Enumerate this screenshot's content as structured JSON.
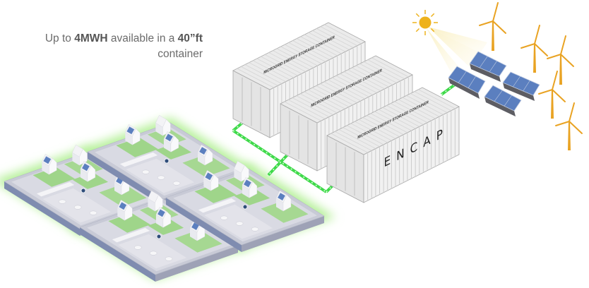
{
  "headline": {
    "prefix": "Up to ",
    "capacity": "4MWH",
    "middle": " available in a ",
    "size": "40”ft",
    "line2": "container"
  },
  "containers": {
    "count": 3,
    "label": "MICROGRID ENERGY STORAGE CONTAINER",
    "logo": "ENCAP"
  },
  "microgrid": {
    "blocks": 4,
    "houses_per_block": 4
  },
  "solar": {
    "panels": 4,
    "sun_icon": "sun-icon"
  },
  "wind": {
    "turbines": 5
  },
  "colors": {
    "cable": "#3fd94a",
    "glow": "#b6f09a",
    "turbine": "#e9a323",
    "sun": "#eeb21c",
    "panel": "#5b7fbf",
    "platform_top": "#c8cad6",
    "platform_side": "#7f8cb0",
    "container": "#ececec"
  }
}
